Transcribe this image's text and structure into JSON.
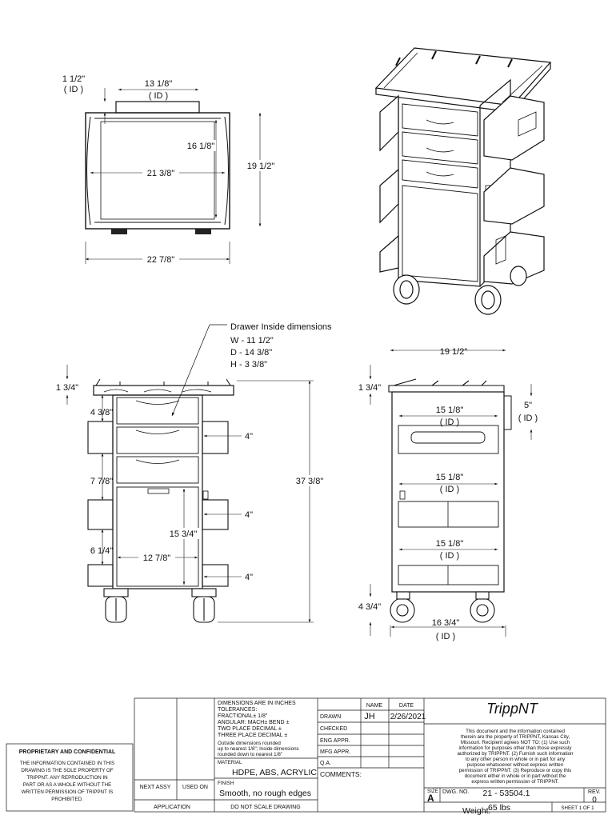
{
  "views": {
    "top": {
      "dims": {
        "rail_h": "1 1/2\"",
        "rail_h_note": "( ID )",
        "rail_w": "13 1/8\"",
        "rail_w_note": "( ID )",
        "inner_d": "16 1/8\"",
        "inner_w": "21 3/8\"",
        "outer_d": "19 1/2\"",
        "outer_w": "22 7/8\""
      }
    },
    "front": {
      "dims": {
        "rail_h": "1 3/4\"",
        "drawer_h": "4 3/8\"",
        "shelf_gap": "7 7/8\"",
        "shelf_gap2": "6 1/4\"",
        "shelf_lip_1": "4\"",
        "shelf_lip_2": "4\"",
        "shelf_lip_3": "4\"",
        "height": "37 3/8\"",
        "cab_h": "15 3/4\"",
        "cab_w": "12 7/8\""
      },
      "callout": {
        "title": "Drawer Inside dimensions",
        "w": "W - 11 1/2\"",
        "d": "D - 14 3/8\"",
        "h": "H - 3 3/8\""
      }
    },
    "side": {
      "dims": {
        "depth": "19 1/2\"",
        "rail_h": "1 3/4\"",
        "bin_h": "5\"",
        "bin_note": "( ID )",
        "bin1_w": "15 1/8\"",
        "bin1_note": "( ID )",
        "bin2_w": "15 1/8\"",
        "bin2_note": "( ID )",
        "bin3_w": "15 1/8\"",
        "bin3_note": "( ID )",
        "caster_h": "4 3/4\"",
        "base_w": "16 3/4\"",
        "base_note": "( ID )"
      }
    }
  },
  "title_block": {
    "proprietary_title": "PROPRIETARY AND CONFIDENTIAL",
    "proprietary_lines": [
      "THE INFORMATION CONTAINED IN THIS",
      "DRAWING IS THE SOLE PROPERTY OF",
      "TRIPPNT.  ANY REPRODUCTION IN",
      "PART OR AS A WHOLE WITHOUT THE",
      "WRITTEN PERMISSION OF TRIPPNT IS",
      "PROHIBITED."
    ],
    "next_assy": "NEXT ASSY",
    "used_on": "USED ON",
    "application": "APPLICATION",
    "tolerances": [
      "DIMENSIONS ARE IN INCHES",
      "TOLERANCES:",
      "FRACTIONAL±  1/8\"",
      "ANGULAR: MACH±    BEND ±",
      "TWO PLACE DECIMAL   ±",
      "THREE PLACE DECIMAL  ±"
    ],
    "rounding_note": [
      "Outside dimensions rounded",
      "up to nearest 1/8\"; Inside dimensions",
      "rounded down to nearest 1/8\""
    ],
    "material_label": "MATERIAL",
    "material": "HDPE, ABS, ACRYLIC",
    "finish_label": "FINISH",
    "finish": "Smooth, no rough edges",
    "no_scale": "DO  NOT  SCALE  DRAWING",
    "name_label": "NAME",
    "date_label": "DATE",
    "drawn_label": "DRAWN",
    "drawn_by": "JH",
    "drawn_date": "2/26/2021",
    "checked_label": "CHECKED",
    "eng_label": "ENG APPR.",
    "mfg_label": "MFG APPR.",
    "qa_label": "Q.A.",
    "comments_label": "COMMENTS:",
    "logo": "TrippNT",
    "legal_lines": [
      "This document and the information contained",
      "therein are the property of TRIPPNT, Kansas City,",
      "Missouri. Recipient agrees NOT TO: (1) Use such",
      "information for purposes other than those expressly",
      "authorized by TRIPPNT. (2) Furnish such information",
      "to any other person in whole or in part for any",
      "purpose whatsoever without express  written",
      "permission of TRIPPNT. (3) Reproduce or copy this",
      "document either in whole or in part without the",
      "express written permission of TRIPPNT."
    ],
    "size_label": "SIZE",
    "size": "A",
    "dwg_no_label": "DWG.  NO.",
    "dwg_no": "21 - 53504.1",
    "rev_label": "REV.",
    "rev": "0",
    "weight_label": "Weight:",
    "weight": "65 lbs",
    "sheet": "SHEET 1 OF 1"
  }
}
